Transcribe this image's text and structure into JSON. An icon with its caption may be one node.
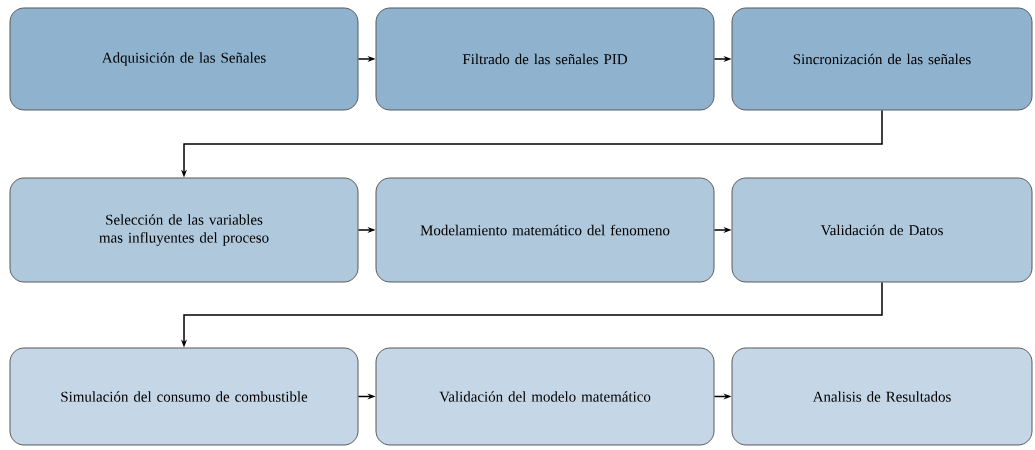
{
  "diagram": {
    "nodes": [
      {
        "text": [
          "Adquisición de las Señales"
        ]
      },
      {
        "text": [
          "Filtrado de las señales PID"
        ]
      },
      {
        "text": [
          "Sincronización de las señales"
        ]
      },
      {
        "text": [
          "Selección de las variables mas influyentes del proceso"
        ]
      },
      {
        "text": [
          "Modelamiento matemático del fenomeno"
        ]
      },
      {
        "text": [
          "Validación de Datos"
        ]
      },
      {
        "text": [
          "Simulación del consumo de combustible"
        ]
      },
      {
        "text": [
          "Validación del modelo matemático"
        ]
      },
      {
        "text": [
          "Analisis de Resultados"
        ]
      }
    ],
    "edges": [
      {
        "from": 0,
        "to": 1,
        "arrow": "to"
      },
      {
        "from": 1,
        "to": 2,
        "arrow": "to"
      },
      {
        "from": 2,
        "to": 3,
        "arrow": "to"
      },
      {
        "from": 3,
        "to": 4,
        "arrow": "to"
      },
      {
        "from": 4,
        "to": 5,
        "arrow": "to"
      },
      {
        "from": 5,
        "to": 6,
        "arrow": "to"
      },
      {
        "from": 6,
        "to": 7,
        "arrow": "to"
      },
      {
        "from": 7,
        "to": 8,
        "arrow": "to"
      }
    ]
  }
}
